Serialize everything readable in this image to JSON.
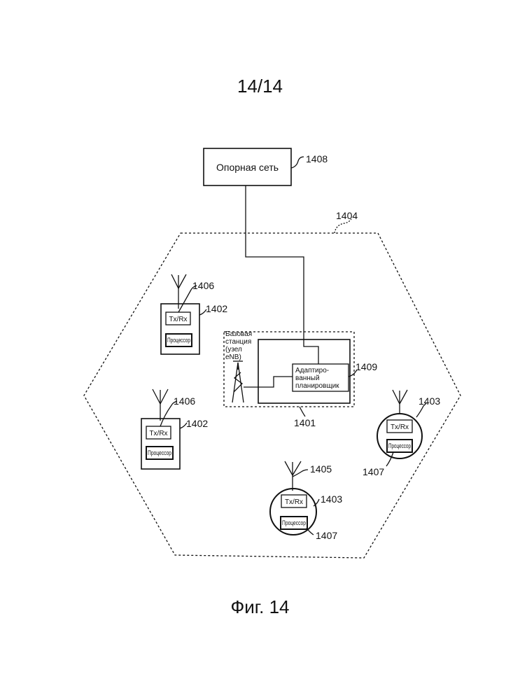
{
  "page_number": "14/14",
  "caption": "Фиг. 14",
  "core_network": {
    "label": "Опорная сеть",
    "ref": "1408"
  },
  "cell": {
    "ref": "1404"
  },
  "base_station": {
    "label_lines": [
      "Базовая",
      "станция",
      "(узел",
      "eNB)"
    ],
    "ref": "1401"
  },
  "scheduler": {
    "label_lines": [
      "Адаптиро-",
      "ванный",
      "планировщик"
    ],
    "ref": "1409"
  },
  "rect_devices": [
    {
      "ref": "1402",
      "antenna_ref": "1406",
      "txrx": "Tx/Rx",
      "processor": "Процессор"
    },
    {
      "ref": "1402",
      "antenna_ref": "1406",
      "txrx": "Tx/Rx",
      "processor": "Процессор"
    }
  ],
  "circle_devices": [
    {
      "ref": "1403",
      "processor_ref": "1407",
      "txrx": "Tx/Rx",
      "processor": "Процессор"
    },
    {
      "ref": "1403",
      "antenna_ref": "1405",
      "processor_ref": "1407",
      "txrx": "Tx/Rx",
      "processor": "Процессор"
    }
  ]
}
